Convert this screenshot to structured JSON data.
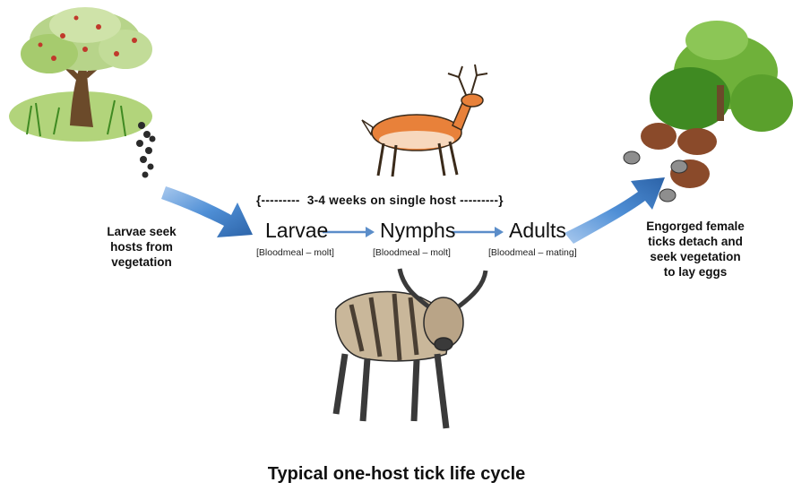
{
  "title": "Typical one-host tick life cycle",
  "duration_label": "{---------  3-4 weeks on single host ---------}",
  "left_caption": "Larvae seek hosts from vegetation",
  "right_caption": "Engorged female ticks detach and seek vegetation to lay eggs",
  "stages": [
    {
      "name": "Larvae",
      "note": "[Bloodmeal – molt]"
    },
    {
      "name": "Nymphs",
      "note": "[Bloodmeal – molt]"
    },
    {
      "name": "Adults",
      "note": "[Bloodmeal – mating]"
    }
  ],
  "colors": {
    "arrow_blue": "#3f7fc8",
    "deer": "#e8813a",
    "cow": "#c9b79a",
    "foliage": "#4f9a2a",
    "eggs": "#8a4a2a"
  },
  "icons": [
    "tree-icon",
    "deer-icon",
    "cow-icon",
    "bush-icon",
    "tick-icon"
  ]
}
